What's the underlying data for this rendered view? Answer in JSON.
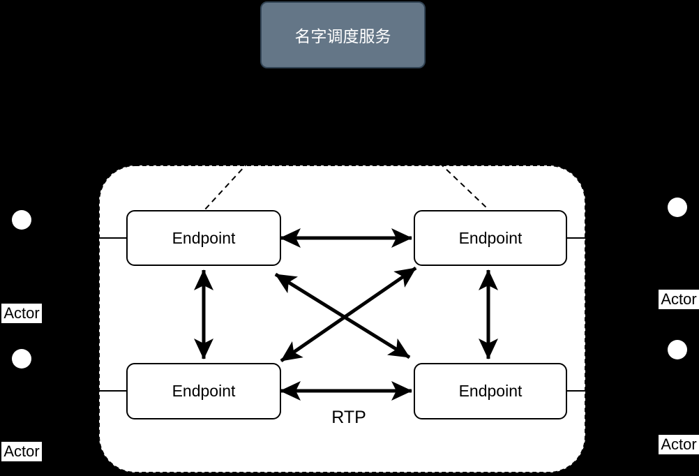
{
  "canvas": {
    "background_color": "#000000",
    "cluster_fill": "#ffffff",
    "cluster_border_color": "#000000",
    "arrow_color": "#000000"
  },
  "service_node": {
    "label": "名字调度服务",
    "fill": "#647687",
    "border_color": "#314354",
    "text_color": "#ffffff"
  },
  "endpoints": [
    {
      "id": "endpoint-top-left",
      "label": "Endpoint"
    },
    {
      "id": "endpoint-top-right",
      "label": "Endpoint"
    },
    {
      "id": "endpoint-bottom-left",
      "label": "Endpoint"
    },
    {
      "id": "endpoint-bottom-right",
      "label": "Endpoint"
    }
  ],
  "actors": [
    {
      "id": "actor-left-top",
      "label": "Actor"
    },
    {
      "id": "actor-left-bottom",
      "label": "Actor"
    },
    {
      "id": "actor-right-top",
      "label": "Actor"
    },
    {
      "id": "actor-right-bottom",
      "label": "Actor"
    }
  ],
  "edge_labels": {
    "rtp": "RTP"
  },
  "edges": [
    {
      "from": "名字调度服务",
      "to": "Endpoint top-left",
      "style": "dashed-line"
    },
    {
      "from": "名字调度服务",
      "to": "Endpoint top-right",
      "style": "dashed-line"
    },
    {
      "from": "Endpoint top-left",
      "to": "Endpoint top-right",
      "style": "double-arrow"
    },
    {
      "from": "Endpoint bottom-left",
      "to": "Endpoint bottom-right",
      "style": "double-arrow",
      "label": "RTP"
    },
    {
      "from": "Endpoint top-left",
      "to": "Endpoint bottom-left",
      "style": "double-arrow"
    },
    {
      "from": "Endpoint top-right",
      "to": "Endpoint bottom-right",
      "style": "double-arrow"
    },
    {
      "from": "Endpoint top-left",
      "to": "Endpoint bottom-right",
      "style": "double-arrow"
    },
    {
      "from": "Endpoint bottom-left",
      "to": "Endpoint top-right",
      "style": "double-arrow"
    },
    {
      "from": "Actor left-top",
      "to": "Endpoint top-left",
      "style": "line"
    },
    {
      "from": "Actor left-bottom",
      "to": "Endpoint bottom-left",
      "style": "line"
    },
    {
      "from": "Actor right-top",
      "to": "Endpoint top-right",
      "style": "line"
    },
    {
      "from": "Actor right-bottom",
      "to": "Endpoint bottom-right",
      "style": "line"
    }
  ]
}
